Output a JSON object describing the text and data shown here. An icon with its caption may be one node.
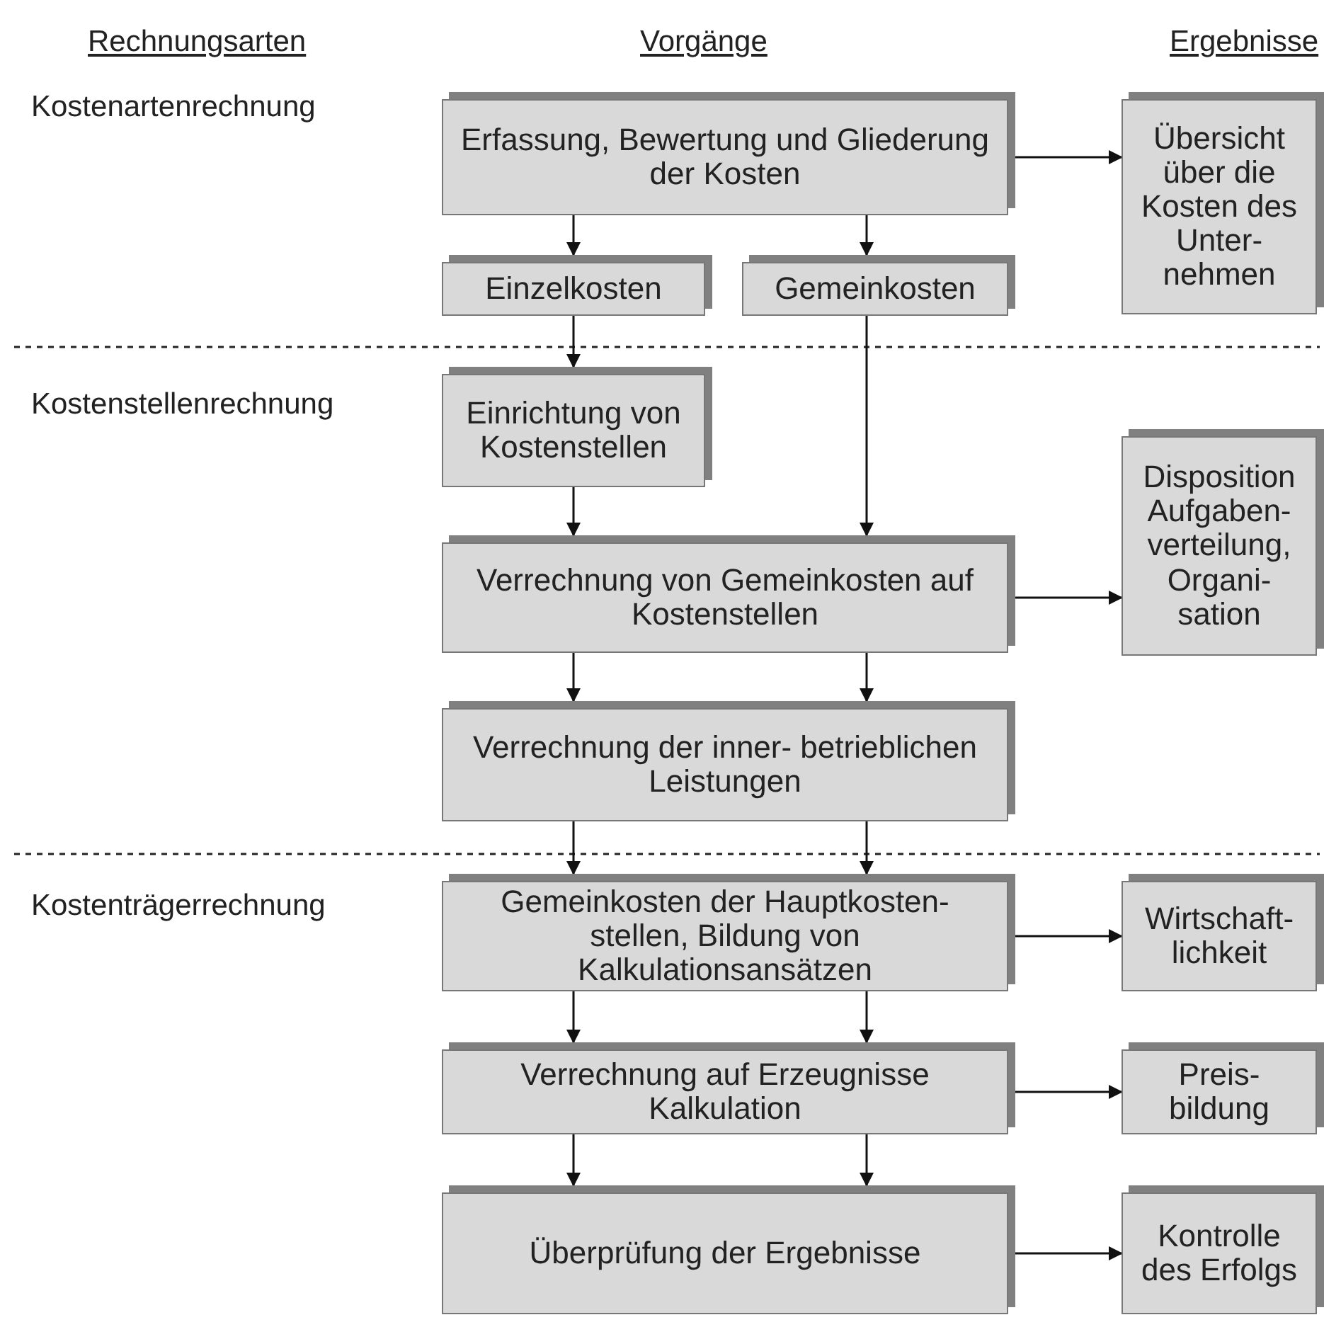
{
  "diagram": {
    "nodes": [
      {
        "text": [
          "Erfassung, Bewertung und Gliederung der Kosten"
        ]
      },
      {
        "text": [
          "Einzelkosten"
        ]
      },
      {
        "text": [
          "Gemeinkosten"
        ]
      },
      {
        "text": [
          "Einrichtung von Kostenstellen"
        ]
      },
      {
        "text": [
          "Verrechnung von Gemeinkosten auf Kostenstellen"
        ]
      },
      {
        "text": [
          "Verrechnung der inner- betrieblichen Leistungen"
        ]
      },
      {
        "text": [
          "Gemeinkosten der Hauptkosten- stellen, Bildung von Kalkulationsansätzen"
        ]
      },
      {
        "text": [
          "Verrechnung auf Erzeugnisse Kalkulation"
        ]
      },
      {
        "text": [
          "Überprüfung der Ergebnisse"
        ]
      },
      {
        "text": [
          "Übersicht über die Kosten des Unter- nehmen"
        ]
      },
      {
        "text": [
          "Disposition Aufgaben- verteilung, Organi- sation"
        ]
      },
      {
        "text": [
          "Wirtschaft- lichkeit"
        ]
      },
      {
        "text": [
          "Preis- bildung"
        ]
      },
      {
        "text": [
          "Kontrolle des Erfolgs"
        ]
      }
    ],
    "edges": [
      {
        "from": 0,
        "to": 1,
        "arrow": "to"
      },
      {
        "from": 0,
        "to": 2,
        "arrow": "to"
      },
      {
        "from": 0,
        "to": 9,
        "arrow": "to"
      },
      {
        "from": 1,
        "to": 3,
        "arrow": "to"
      },
      {
        "from": 2,
        "to": 4,
        "arrow": "to"
      },
      {
        "from": 3,
        "to": 4,
        "arrow": "to"
      },
      {
        "from": 4,
        "to": 10,
        "arrow": "to"
      },
      {
        "from": 4,
        "to": 5,
        "arrow": "to"
      },
      {
        "from": 4,
        "to": 5,
        "arrow": "to"
      },
      {
        "from": 5,
        "to": 6,
        "arrow": "to"
      },
      {
        "from": 5,
        "to": 6,
        "arrow": "to"
      },
      {
        "from": 6,
        "to": 11,
        "arrow": "to"
      },
      {
        "from": 6,
        "to": 7,
        "arrow": "to"
      },
      {
        "from": 6,
        "to": 7,
        "arrow": "to"
      },
      {
        "from": 7,
        "to": 12,
        "arrow": "to"
      },
      {
        "from": 7,
        "to": 8,
        "arrow": "to"
      },
      {
        "from": 7,
        "to": 8,
        "arrow": "to"
      },
      {
        "from": 8,
        "to": 13,
        "arrow": "to"
      }
    ],
    "labels": [
      "Rechnungsarten",
      "Vorgänge",
      "Ergebnisse",
      "Kostenartenrechnung",
      "Kostenstellenrechnung",
      "Kostenträgerrechnung"
    ]
  }
}
